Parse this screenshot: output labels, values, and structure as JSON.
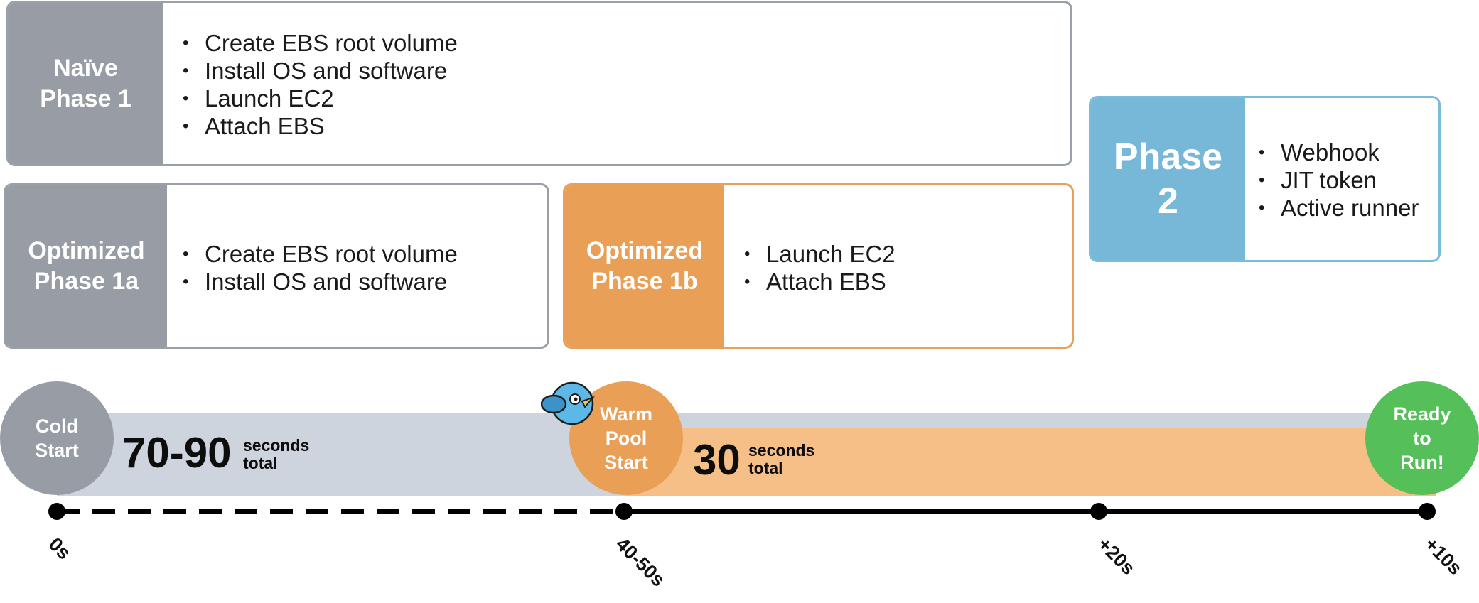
{
  "phases": {
    "naive_phase1": {
      "label": "Naïve\nPhase 1",
      "items": [
        "Create EBS root volume",
        "Install OS and software",
        "Launch EC2",
        "Attach EBS"
      ]
    },
    "optimized_phase1a": {
      "label": "Optimized\nPhase 1a",
      "items": [
        "Create EBS root volume",
        "Install OS and software"
      ]
    },
    "optimized_phase1b": {
      "label": "Optimized\nPhase 1b",
      "items": [
        "Launch EC2",
        "Attach EBS"
      ]
    },
    "phase2": {
      "label": "Phase\n2",
      "items": [
        "Webhook",
        "JIT token",
        "Active runner"
      ]
    }
  },
  "timeline": {
    "cold_start": "Cold\nStart",
    "warm_pool_start": "Warm\nPool\nStart",
    "ready_to_run": "Ready\nto\nRun!",
    "cold_total_value": "70-90",
    "cold_total_text": "seconds\ntotal",
    "warm_total_value": "30",
    "warm_total_text": "seconds\ntotal",
    "ticks": [
      "0s",
      "40-50s",
      "+20s",
      "+10s"
    ]
  },
  "colors": {
    "grey": "#979ca5",
    "orange": "#e99f56",
    "light_orange": "#f7bf88",
    "light_grey_bar": "#ced4dd",
    "blue": "#77b7d8",
    "green": "#55c05a",
    "bird": "#5cb8e6"
  },
  "icons": {
    "mascot": "bird-mascot-icon"
  }
}
